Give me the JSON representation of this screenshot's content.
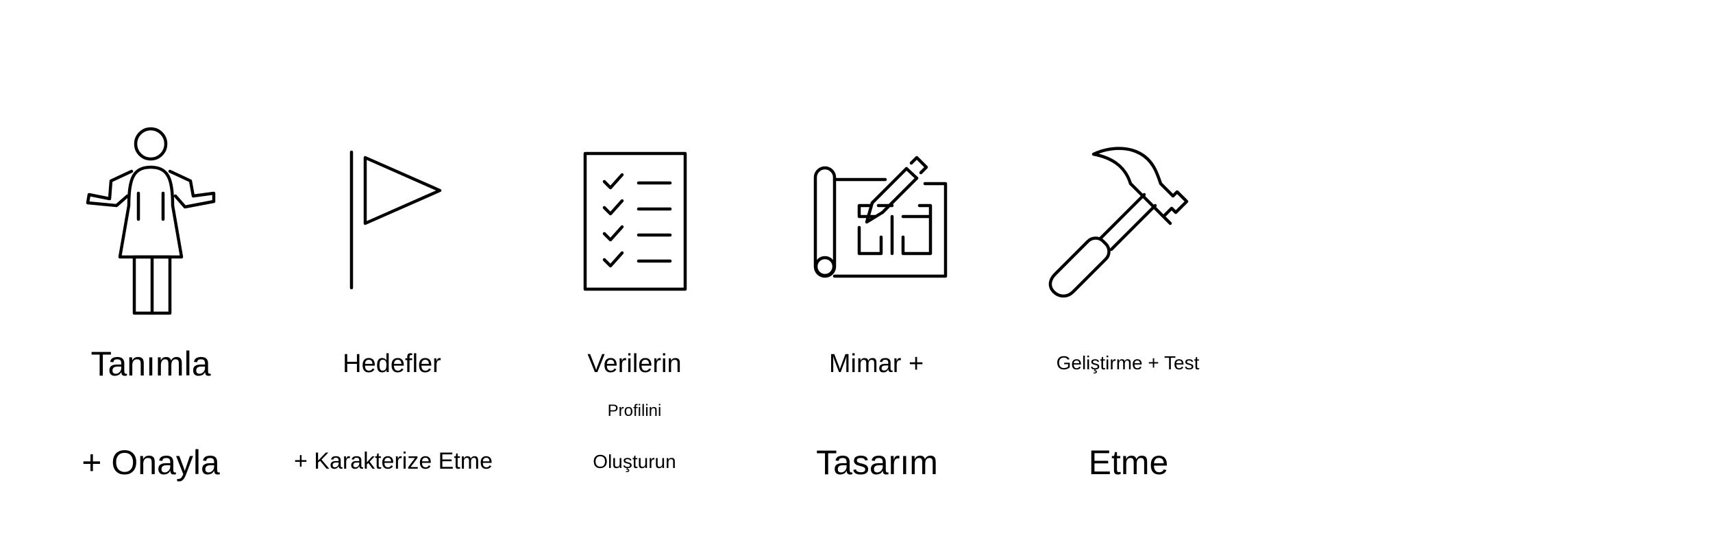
{
  "steps": [
    {
      "icon": "person-shrugging-icon",
      "line1": "Tanımla",
      "line2": "+ Onayla"
    },
    {
      "icon": "flag-icon",
      "line1": "Hedefler",
      "line2": "+ Karakterize Etme"
    },
    {
      "icon": "checklist-icon",
      "line1": "Verilerin",
      "line_mid": "Profilini",
      "line2": "Oluşturun"
    },
    {
      "icon": "blueprint-pencil-icon",
      "line1": "Mimar +",
      "line2": "Tasarım"
    },
    {
      "icon": "hammer-icon",
      "line1": "Geliştirme + Test",
      "line2": "Etme"
    }
  ],
  "colors": {
    "background": "#ffffff",
    "foreground": "#000000"
  }
}
